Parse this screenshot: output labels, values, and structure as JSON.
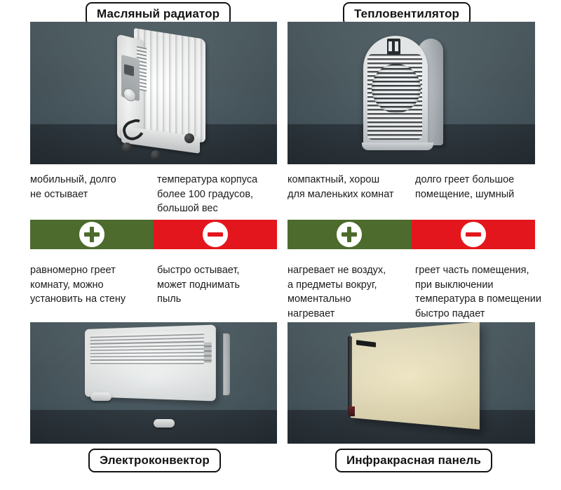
{
  "infographic": {
    "title_pills": {
      "oil_radiator": "Масляный радиатор",
      "fan_heater": "Тепловентилятор",
      "convector": "Электроконвектор",
      "infrared_panel": "Инфракрасная панель"
    },
    "colors": {
      "positive_green": "#4c6b2c",
      "negative_red": "#e4161d",
      "photo_wall": "#4c5c62",
      "photo_floor": "#2c363d",
      "text": "#1b1b1b",
      "pill_border": "#141414",
      "panel_cream": "#eee5c2"
    },
    "icons": {
      "plus": "plus-icon",
      "minus": "minus-icon"
    },
    "columns": [
      {
        "id": "oil-radiator",
        "name": "Масляный радиатор",
        "photo_alt": "Белый масляный радиатор на колёсиках",
        "top_pros": "мобильный, долго\nне остывает",
        "top_cons": "температура корпуса\nболее 100 градусов,\nбольшой вес"
      },
      {
        "id": "fan-heater",
        "name": "Тепловентилятор",
        "photo_alt": "Белый тепловентилятор с круглой решёткой",
        "top_pros": "компактный, хорош\nдля маленьких комнат",
        "top_cons": "долго греет большое\nпомещение, шумный"
      },
      {
        "id": "convector",
        "name": "Электроконвектор",
        "photo_alt": "Белый электроконвектор на ножках",
        "bottom_pros": "равномерно греет\nкомнату, можно\nустановить на стену",
        "bottom_cons": "быстро остывает,\nможет поднимать\nпыль"
      },
      {
        "id": "infrared-panel",
        "name": "Инфракрасная панель",
        "photo_alt": "Бежевая инфракрасная панель",
        "bottom_pros": "нагревает не воздух,\nа предметы вокруг,\nмоментально\nнагревает",
        "bottom_cons": "греет часть помещения,\nпри выключении\nтемпература в помещении\nбыстро падает"
      }
    ],
    "text_blocks": {
      "oil_pros": "мобильный, долго\nне остывает",
      "oil_cons": "температура корпуса\nболее 100 градусов,\nбольшой вес",
      "fan_pros": "компактный, хорош\nдля маленьких комнат",
      "fan_cons": "долго греет большое\nпомещение, шумный",
      "conv_pros": "равномерно греет\nкомнату, можно\nустановить на стену",
      "conv_cons": "быстро остывает,\nможет поднимать\nпыль",
      "infra_pros": "нагревает не воздух,\nа предметы вокруг,\nмоментально\nнагревает",
      "infra_cons": "греет часть помещения,\nпри выключении\nтемпература в помещении\nбыстро падает"
    }
  }
}
